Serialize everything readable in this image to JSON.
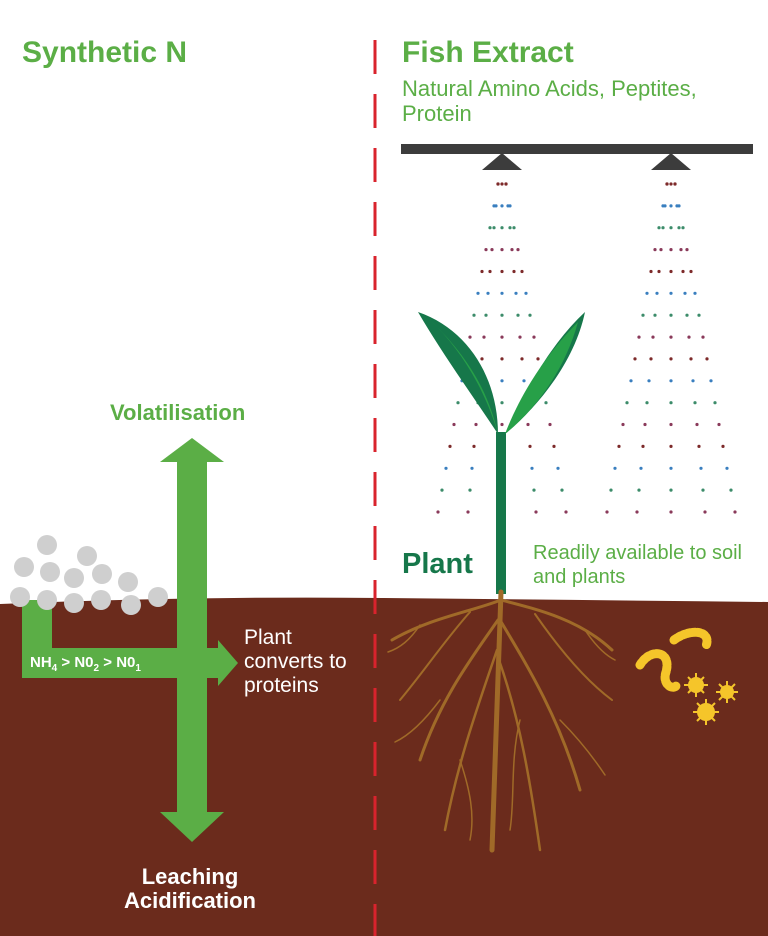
{
  "left": {
    "title": "Synthetic N",
    "volatilisation": "Volatilisation",
    "leaching": "Leaching",
    "acidification": "Acidification",
    "formula": {
      "nh": "NH",
      "nh_sub": "4",
      "no2": "N0",
      "no2_sub": "2",
      "no1": "N0",
      "no1_sub": "1",
      "sep": ">"
    },
    "converts": "Plant converts to proteins"
  },
  "right": {
    "title": "Fish Extract",
    "subtitle": "Natural Amino Acids, Peptites, Protein",
    "plant_label": "Plant",
    "available": "Readily available to soil and plants"
  },
  "colors": {
    "green": "#5bae46",
    "dark_green": "#16774a",
    "soil": "#6b2b1c",
    "root": "#a06a28",
    "divider": "#d9232d",
    "bar": "#3c3c3c",
    "granule": "#cfcfcf",
    "microbe": "#f5c52a"
  }
}
